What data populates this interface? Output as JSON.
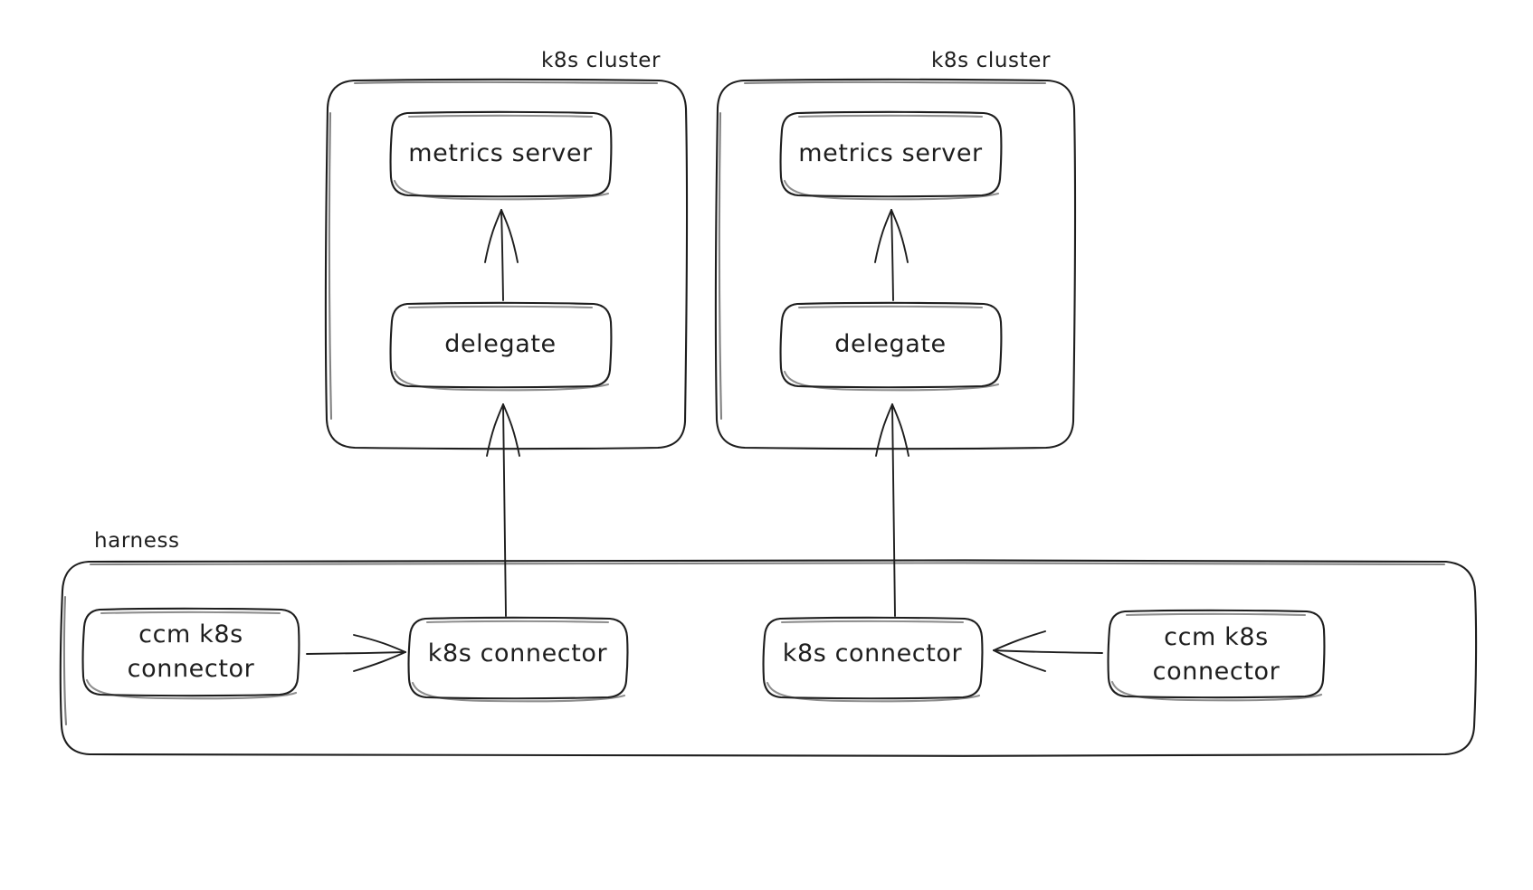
{
  "diagram": {
    "title": "harness ccm k8s connector to k8s cluster metrics flow",
    "style": "hand-drawn sketch",
    "background_color": "#ffffff",
    "stroke_color": "#1e1e1e"
  },
  "groups": {
    "cluster_left": {
      "caption": "k8s cluster"
    },
    "cluster_right": {
      "caption": "k8s cluster"
    },
    "harness": {
      "caption": "harness"
    }
  },
  "nodes": {
    "metrics_server_left": {
      "label": "metrics server"
    },
    "delegate_left": {
      "label": "delegate"
    },
    "metrics_server_right": {
      "label": "metrics server"
    },
    "delegate_right": {
      "label": "delegate"
    },
    "k8s_connector_left": {
      "label": "k8s connector"
    },
    "k8s_connector_right": {
      "label": "k8s connector"
    },
    "ccm_connector_left": {
      "label_line1": "ccm k8s",
      "label_line2": "connector"
    },
    "ccm_connector_right": {
      "label_line1": "ccm k8s",
      "label_line2": "connector"
    }
  },
  "edges": [
    {
      "name": "delegate-left-to-metrics-server-left",
      "from": "delegate_left",
      "to": "metrics_server_left",
      "direction": "up"
    },
    {
      "name": "delegate-right-to-metrics-server-right",
      "from": "delegate_right",
      "to": "metrics_server_right",
      "direction": "up"
    },
    {
      "name": "k8s-connector-left-to-delegate-left",
      "from": "k8s_connector_left",
      "to": "delegate_left",
      "direction": "up"
    },
    {
      "name": "k8s-connector-right-to-delegate-right",
      "from": "k8s_connector_right",
      "to": "delegate_right",
      "direction": "up"
    },
    {
      "name": "ccm-connector-left-to-k8s-connector-left",
      "from": "ccm_connector_left",
      "to": "k8s_connector_left",
      "direction": "right"
    },
    {
      "name": "ccm-connector-right-to-k8s-connector-right",
      "from": "ccm_connector_right",
      "to": "k8s_connector_right",
      "direction": "left"
    }
  ]
}
